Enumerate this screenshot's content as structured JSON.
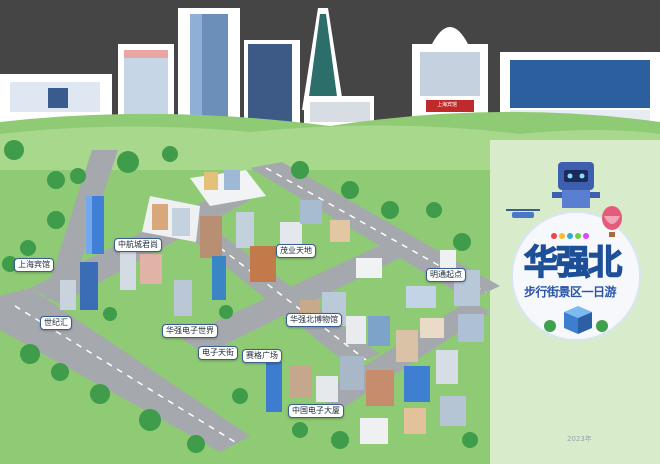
{
  "map": {
    "title": "华强北",
    "subtitle": "步行街景区一日游",
    "year_note": "2023年",
    "landmarks": [
      {
        "id": "shanghai-hotel",
        "label": "上海宾馆"
      },
      {
        "id": "zhonghang-plaza",
        "label": "中航城君尚"
      },
      {
        "id": "shijihui",
        "label": "世纪汇"
      },
      {
        "id": "huaqiang-electronics-world",
        "label": "华强电子世界"
      },
      {
        "id": "electronics-paradise",
        "label": "电子天街"
      },
      {
        "id": "saige-square",
        "label": "赛格广场"
      },
      {
        "id": "maoye-tiandi",
        "label": "茂业天地"
      },
      {
        "id": "huaqiangbei-museum",
        "label": "华强北博物馆"
      },
      {
        "id": "mingtong-start",
        "label": "明通起点"
      },
      {
        "id": "china-electronics-tower",
        "label": "中国电子大厦"
      }
    ],
    "skyline_signs": [
      "上海宾馆"
    ],
    "colors": {
      "sky": "#454545",
      "grass": "#8fca74",
      "road": "#a5a9ae",
      "title_fill": "#7ec8ff",
      "title_stroke": "#1d4f99",
      "badge": "#f6f8fb"
    }
  }
}
